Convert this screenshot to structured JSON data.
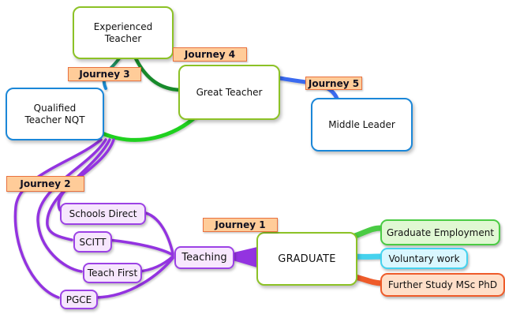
{
  "diagram": {
    "title_hint": "Teacher career journeys mind map",
    "nodes": {
      "experienced_teacher": {
        "label": "Experienced Teacher"
      },
      "qualified_teacher": {
        "label": "Qualified Teacher NQT"
      },
      "great_teacher": {
        "label": "Great Teacher"
      },
      "middle_leader": {
        "label": "Middle Leader"
      },
      "graduate": {
        "label": "GRADUATE"
      },
      "schools_direct": {
        "label": "Schools Direct"
      },
      "scitt": {
        "label": "SCITT"
      },
      "teach_first": {
        "label": "Teach First"
      },
      "pgce": {
        "label": "PGCE"
      },
      "teaching": {
        "label": "Teaching"
      },
      "graduate_employment": {
        "label": "Graduate Employment"
      },
      "voluntary_work": {
        "label": "Voluntary work"
      },
      "further_study": {
        "label": "Further Study MSc PhD"
      }
    },
    "journey_labels": {
      "journey_1": "Journey 1",
      "journey_2": "Journey 2",
      "journey_3": "Journey 3",
      "journey_4": "Journey 4",
      "journey_5": "Journey 5"
    },
    "colors": {
      "stage_border_green": "#8CC226",
      "stage_border_blue": "#1B87D8",
      "journey_fill": "#FFCC99",
      "journey_border": "#E8713F",
      "link_purple": "#9333E0",
      "purple_node_fill": "#F6E6FD",
      "link_dark_green": "#178A2B",
      "link_bright_green": "#1FD11F",
      "link_blue": "#3A6AF0",
      "leaf_green_fill": "#E0F8D3",
      "leaf_green_border": "#4ACB44",
      "leaf_cyan_fill": "#D9F7FF",
      "leaf_cyan_border": "#45D2EE",
      "leaf_orange_fill": "#FFDFC9",
      "leaf_orange_border": "#EE5B2A"
    }
  }
}
